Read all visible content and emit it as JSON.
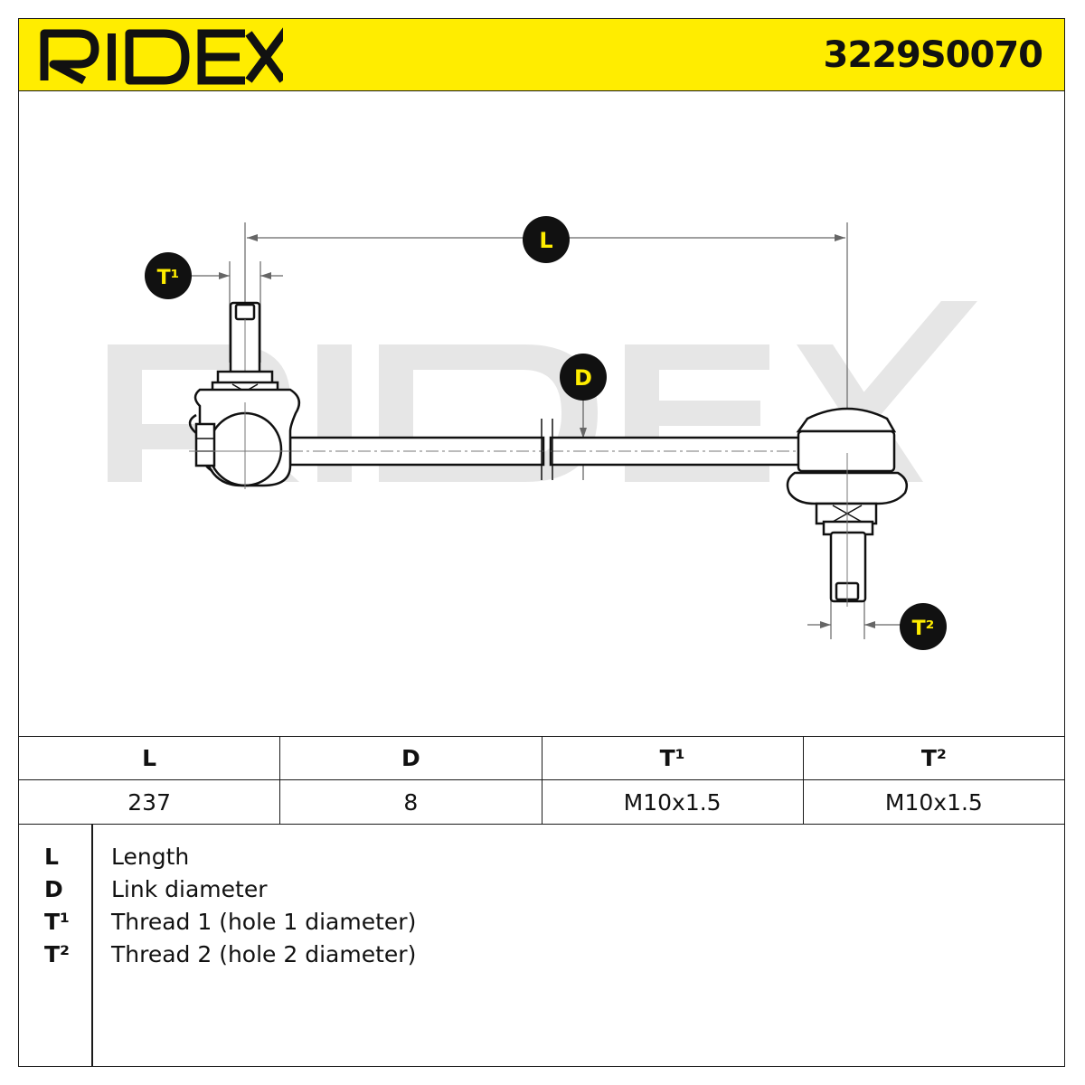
{
  "header": {
    "brand": "RIDEX",
    "brand_color": "#ffed00",
    "part_number": "3229S0070"
  },
  "drawing": {
    "watermark": "RIDEX",
    "labels": {
      "length": "L",
      "diameter": "D",
      "thread1": "T¹",
      "thread2": "T²"
    },
    "label_fill": "#111111",
    "label_text_color": "#ffed00"
  },
  "spec_table": {
    "headers": [
      "L",
      "D",
      "T¹",
      "T²"
    ],
    "values": [
      "237",
      "8",
      "M10x1.5",
      "M10x1.5"
    ]
  },
  "legend": [
    {
      "key": "L",
      "desc": "Length"
    },
    {
      "key": "D",
      "desc": "Link diameter"
    },
    {
      "key": "T¹",
      "desc": "Thread 1 (hole 1 diameter)"
    },
    {
      "key": "T²",
      "desc": "Thread 2 (hole 2 diameter)"
    }
  ]
}
